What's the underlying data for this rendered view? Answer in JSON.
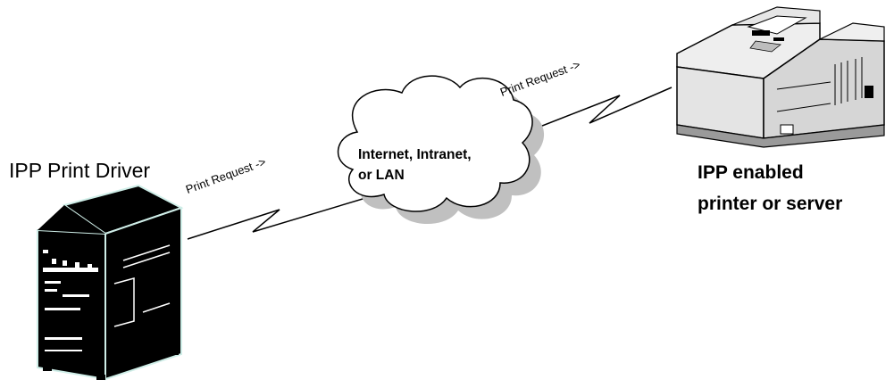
{
  "nodes": {
    "driver": {
      "label": "IPP Print Driver",
      "icon": "server-tower-icon"
    },
    "network": {
      "line1": "Internet, Intranet,",
      "line2": "or LAN",
      "icon": "cloud-icon"
    },
    "printer": {
      "line1": "IPP enabled",
      "line2": "printer or server",
      "icon": "laser-printer-icon"
    }
  },
  "links": {
    "left_label": "Print Request ->",
    "right_label": "Print Request ->"
  },
  "colors": {
    "ink": "#000000",
    "printer_body": "#e4e4e4",
    "printer_shadow": "#9a9a9a",
    "cloud_shadow": "#c0c0c0",
    "server_highlight": "#cfeee8"
  }
}
